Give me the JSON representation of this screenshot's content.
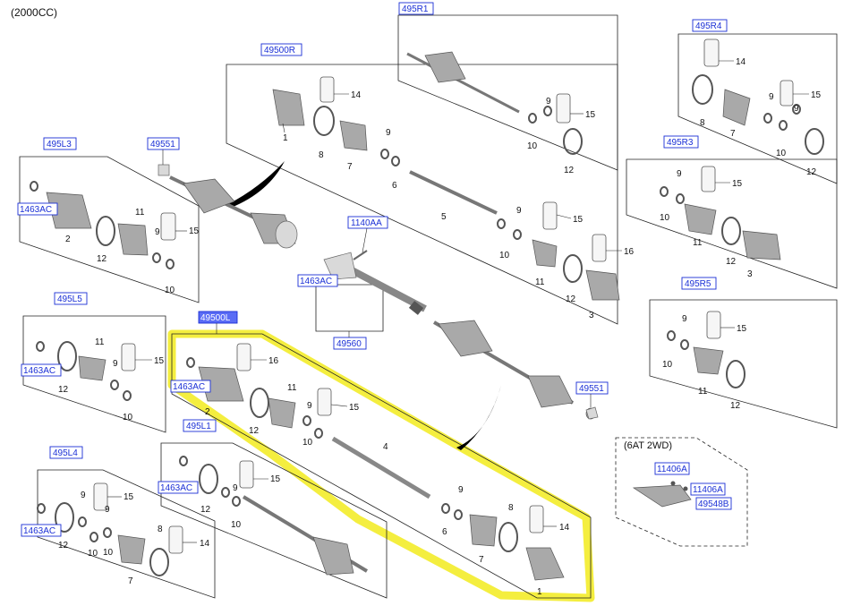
{
  "header": {
    "spec": "(2000CC)"
  },
  "refs": {
    "r495R1": "495R1",
    "r495R4": "495R4",
    "r49500R": "49500R",
    "r495R3": "495R3",
    "r495L3": "495L3",
    "r49551a": "49551",
    "r1140AA": "1140AA",
    "r1463AC_l3": "1463AC",
    "r1463AC_mid": "1463AC",
    "r495R5": "495R5",
    "r495L5": "495L5",
    "r49500L": "49500L",
    "r49560": "49560",
    "r1463AC_l5": "1463AC",
    "r1463AC_sel": "1463AC",
    "r49551b": "49551",
    "r495L1": "495L1",
    "r1463AC_l1": "1463AC",
    "r495L4": "495L4",
    "r1463AC_l4": "1463AC",
    "r11406A_a": "11406A",
    "r11406A_b": "11406A",
    "r49548B": "49548B"
  },
  "variant": {
    "label": "(6AT 2WD)"
  },
  "part_numbers": {
    "p1": "1",
    "p2": "2",
    "p3": "3",
    "p4": "4",
    "p5": "5",
    "p6": "6",
    "p7": "7",
    "p8": "8",
    "p9": "9",
    "p10": "10",
    "p11": "11",
    "p12": "12",
    "p14": "14",
    "p15": "15",
    "p16": "16"
  },
  "highlight_color": "#f3ec2a",
  "label_color": "#1a2fd6",
  "selected_ref": "49500L"
}
